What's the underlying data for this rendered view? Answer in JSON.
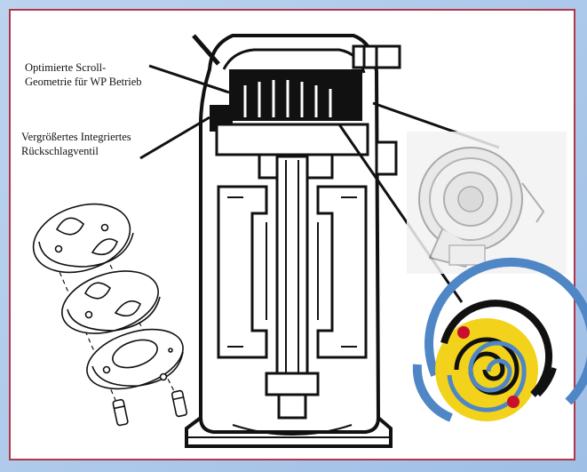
{
  "labels": {
    "scroll_geometry": "Optimierte Scroll-\nGeometrie für WP Betrieb",
    "check_valve": "Vergrößertes Integriertes\nRückschlagventil"
  },
  "colors": {
    "background": "#a9c6ea",
    "frame_border": "#b2364a",
    "scroll_outer": "#4f86c6",
    "scroll_inner": "#f2d21a",
    "scroll_dark": "#111111",
    "scroll_dots": "#c8102e",
    "drawing_line": "#111111",
    "photo_tone": "#d9d9d9"
  },
  "icons": [
    "compressor-cross-section",
    "exploded-check-valve",
    "valve-photo",
    "scroll-spiral"
  ]
}
